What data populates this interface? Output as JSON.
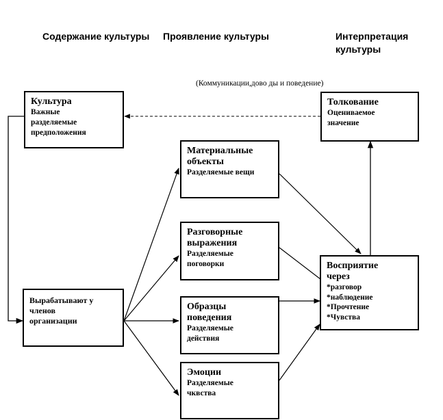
{
  "headers": {
    "content": [
      "Содержание",
      "культуры"
    ],
    "manifest": [
      "Проявление",
      "культуры"
    ],
    "interp": [
      "Интерпретация",
      "культуры"
    ]
  },
  "note": [
    "(Коммуникации,дово",
    "ды и поведение)"
  ],
  "boxes": {
    "culture": {
      "title": [
        "Культура"
      ],
      "sub": [
        "Важные",
        "разделяемые",
        "предположения"
      ]
    },
    "members": {
      "title": [],
      "sub": [
        "Вырабатывают у",
        "членов",
        "организации"
      ]
    },
    "material": {
      "title": [
        "Материальные",
        "объекты"
      ],
      "sub": [
        "Разделяемые вещи"
      ]
    },
    "speech": {
      "title": [
        "Разговорные",
        "выражения"
      ],
      "sub": [
        "Разделяемые",
        "поговорки"
      ]
    },
    "behavior": {
      "title": [
        "Образцы",
        "поведения"
      ],
      "sub": [
        "Разделяемые",
        "действия"
      ]
    },
    "emotions": {
      "title": [
        "Эмоции"
      ],
      "sub": [
        "Разделяемые",
        "чквства"
      ]
    },
    "perception": {
      "title": [
        "Восприятие",
        "через"
      ],
      "sub": [
        "*разговор",
        "*наблюдение",
        "*Прочтение",
        "*Чувства"
      ]
    },
    "interpretation": {
      "title": [
        "Толкование"
      ],
      "sub": [
        "Оцениваемое",
        "значение"
      ]
    }
  }
}
